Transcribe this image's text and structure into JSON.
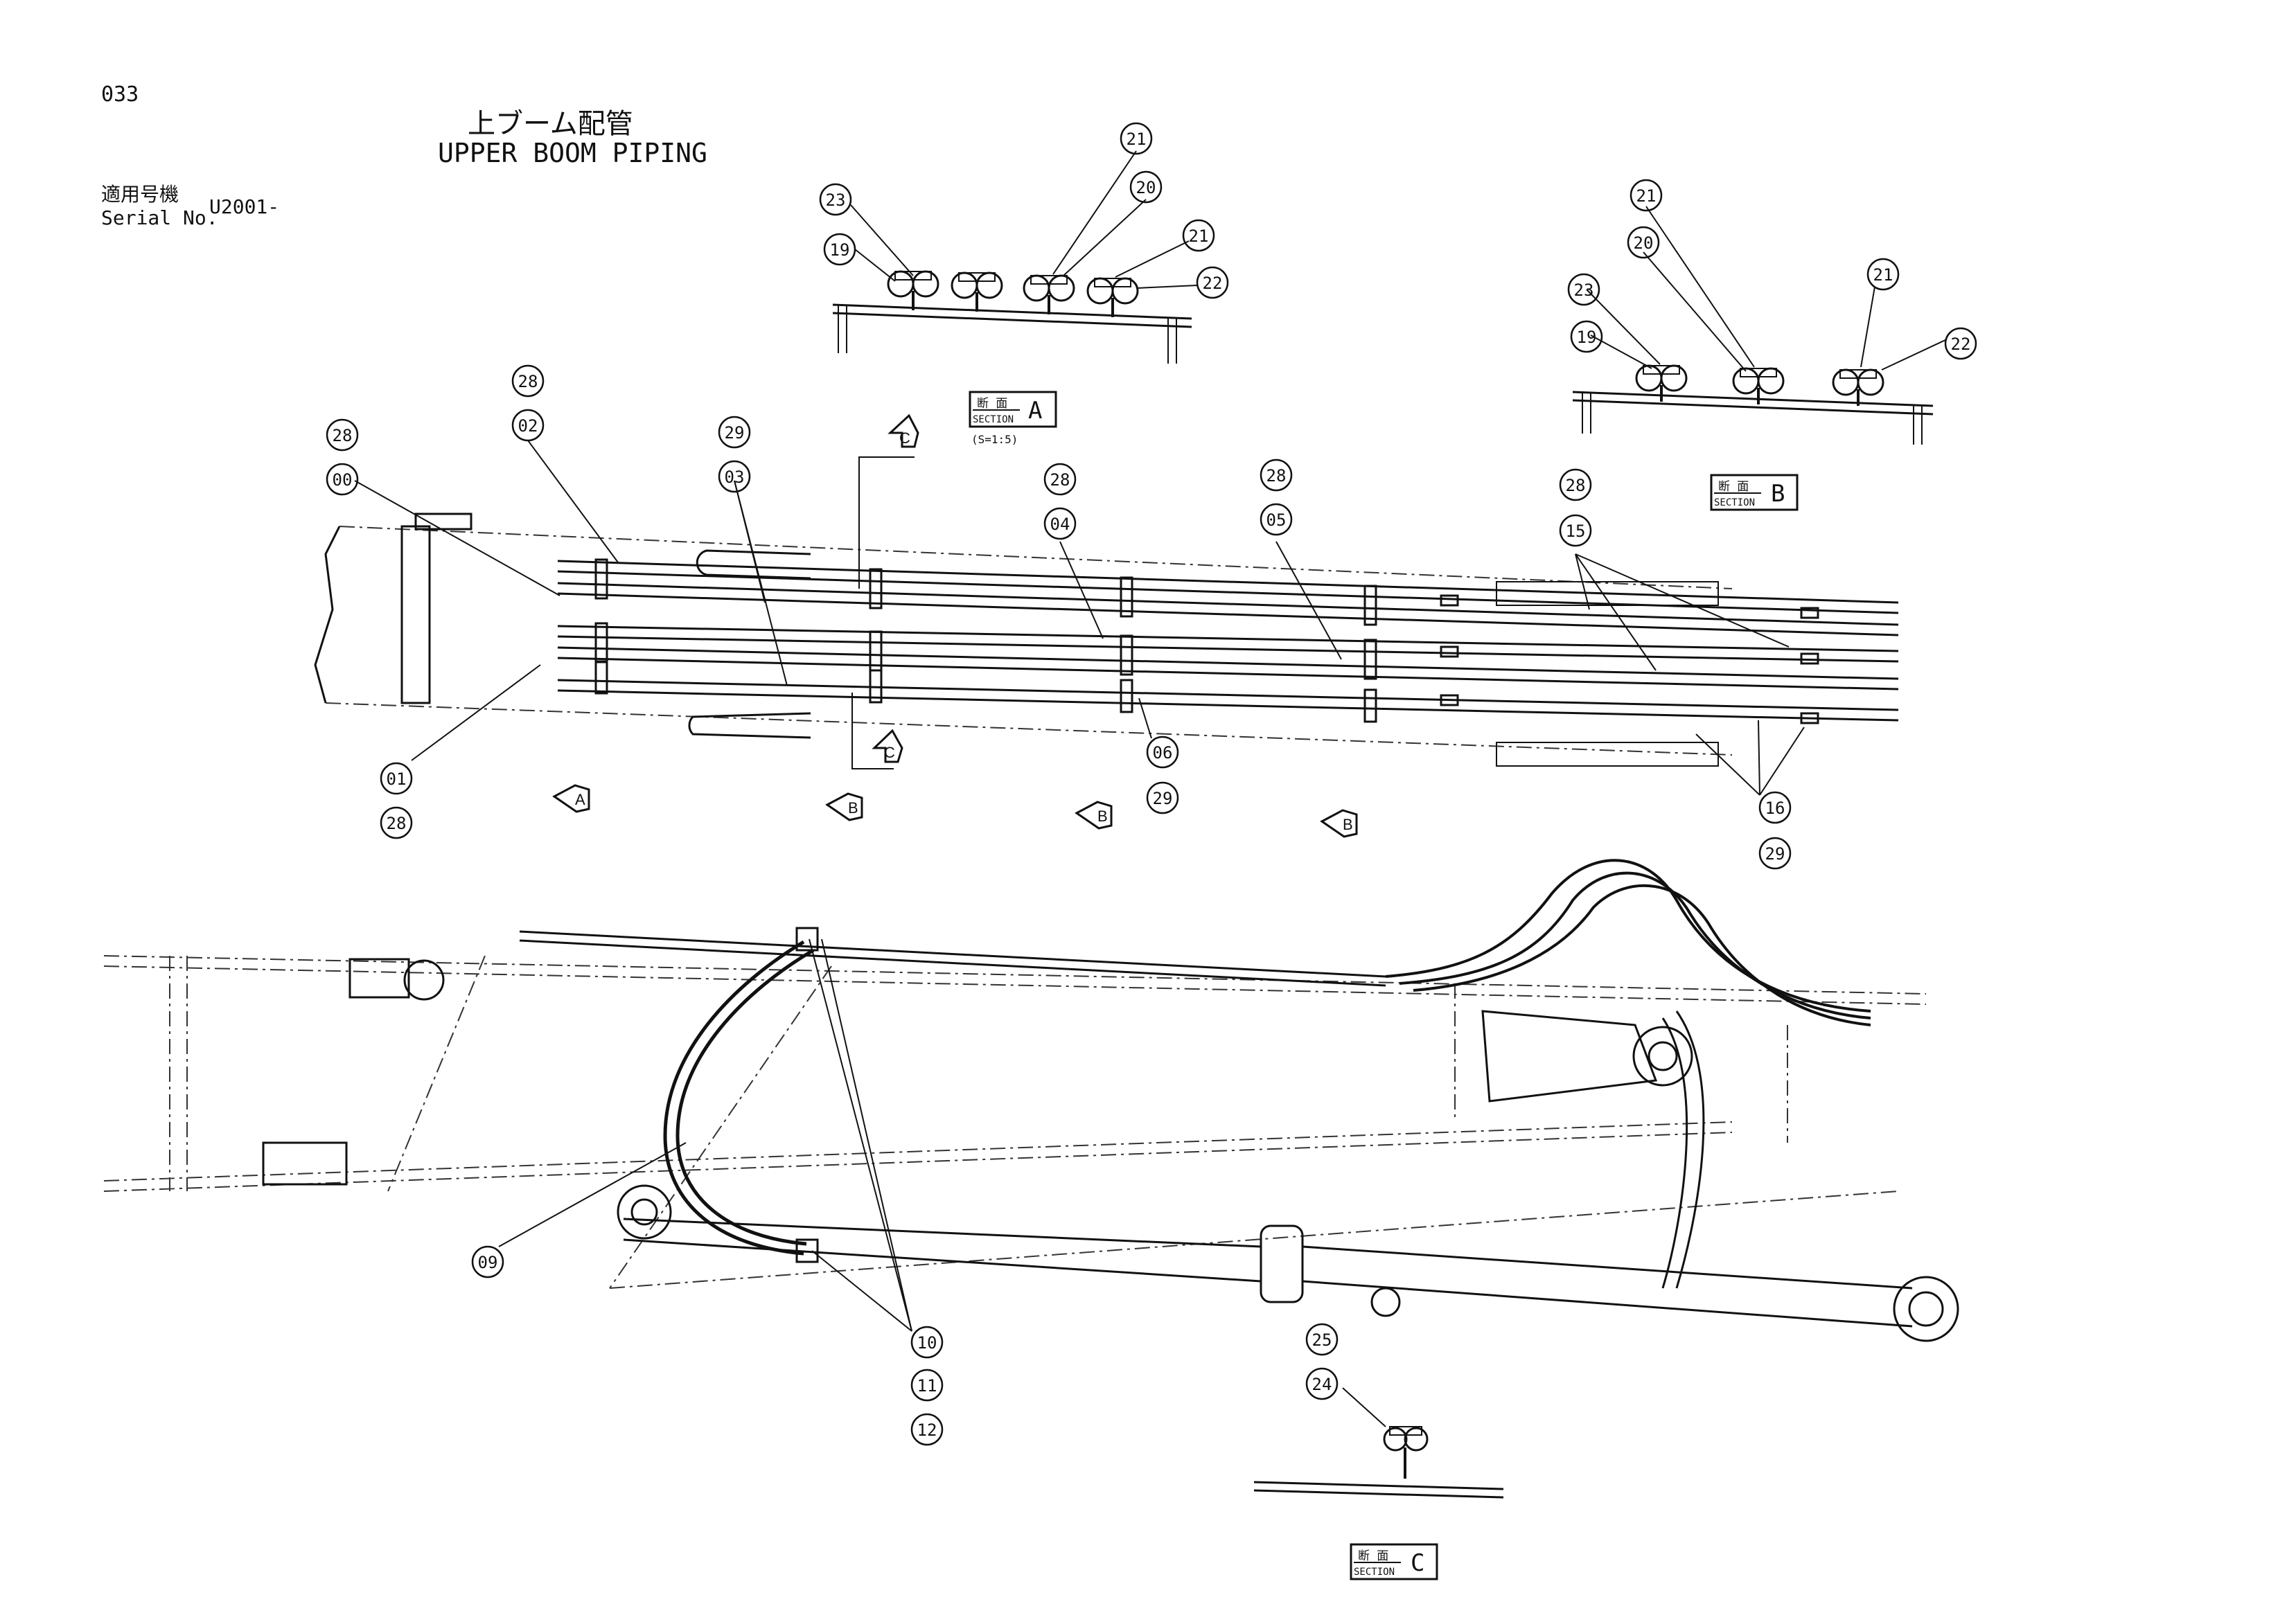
{
  "header": {
    "page_number": "033",
    "title_jp": "上ブーム配管",
    "title_en": "UPPER BOOM PIPING",
    "serial_label_jp": "適用号機",
    "serial_label_en": "Serial No.",
    "serial_value": "U2001-"
  },
  "sections": {
    "A": {
      "kanji": "断 面",
      "word": "SECTION",
      "letter": "A",
      "scale": "(S=1:5)"
    },
    "B": {
      "kanji": "断 面",
      "word": "SECTION",
      "letter": "B"
    },
    "C": {
      "kanji": "断 面",
      "word": "SECTION",
      "letter": "C"
    }
  },
  "view_arrow_letters": {
    "a": "A",
    "b": "B",
    "c": "C"
  },
  "balloons": [
    "21",
    "20",
    "21",
    "22",
    "23",
    "19",
    "21",
    "20",
    "21",
    "22",
    "23",
    "19",
    "28",
    "02",
    "28",
    "00",
    "29",
    "03",
    "28",
    "04",
    "28",
    "05",
    "28",
    "15",
    "01",
    "28",
    "06",
    "29",
    "16",
    "29",
    "09",
    "10",
    "11",
    "12",
    "25",
    "24"
  ],
  "colors": {
    "ink": "#111111",
    "paper": "#ffffff"
  }
}
